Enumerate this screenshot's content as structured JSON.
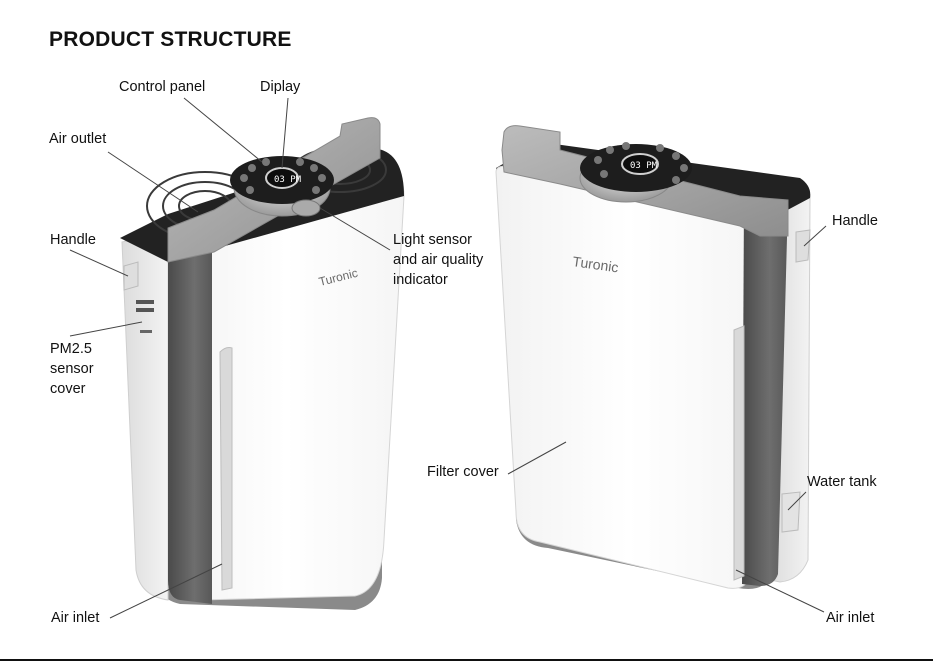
{
  "title": "PRODUCT STRUCTURE",
  "brand": "Turonic",
  "display_reading": "03 PM",
  "labels": {
    "control_panel": "Control panel",
    "display": "Diplay",
    "air_outlet": "Air outlet",
    "handle_left": "Handle",
    "light_sensor_1": "Light sensor",
    "light_sensor_2": "and air quality",
    "light_sensor_3": "indicator",
    "pm_1": "PM2.5",
    "pm_2": "sensor",
    "pm_3": "cover",
    "air_inlet_left": "Air inlet",
    "filter_cover": "Filter cover",
    "handle_right": "Handle",
    "water_tank": "Water tank",
    "air_inlet_right": "Air inlet"
  },
  "colors": {
    "body_white": "#ffffff",
    "body_shade": "#eeeeee",
    "dark_panel": "#5d5d5d",
    "grey_handle": "#a5a5a5",
    "grille": "#1c1c1c",
    "ring": "#bdbdbd",
    "line": "#444444"
  }
}
